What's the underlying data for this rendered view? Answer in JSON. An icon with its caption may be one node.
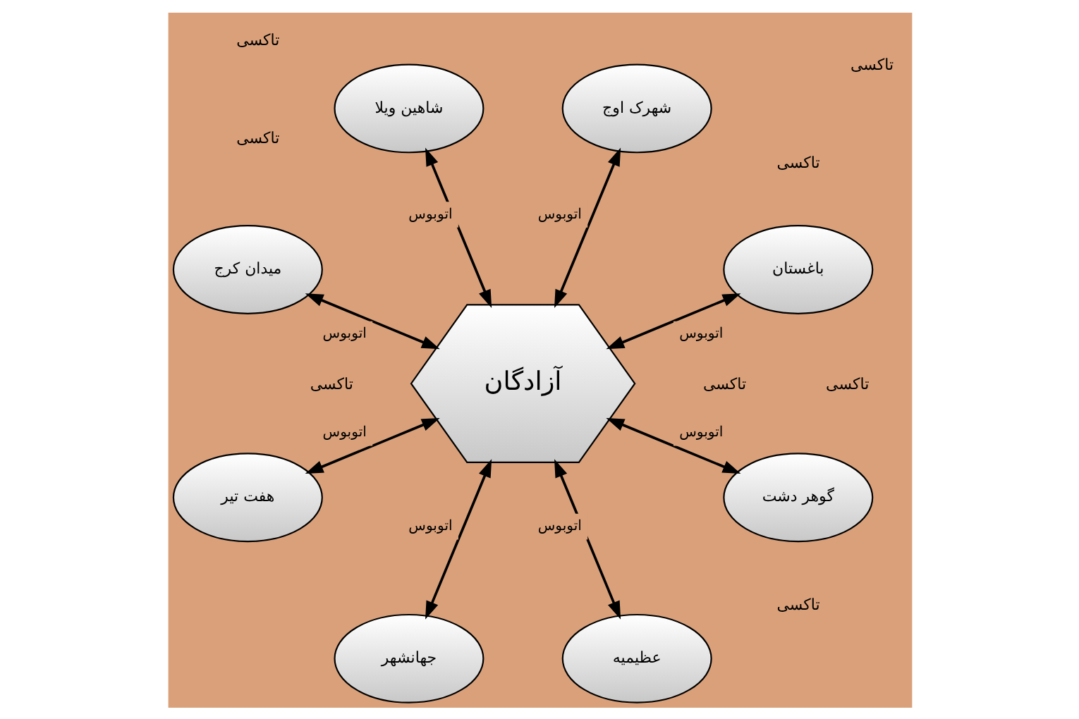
{
  "diagram": {
    "nodes": [
      {
        "text": [
          "شهرک اوج"
        ]
      },
      {
        "text": [
          "شاهین ویلا"
        ]
      },
      {
        "text": [
          "باغستان"
        ]
      },
      {
        "text": [
          "میدان کرج"
        ]
      },
      {
        "text": [
          "آزادگان"
        ]
      },
      {
        "text": [
          "گوهر دشت"
        ]
      },
      {
        "text": [
          "هفت تیر"
        ]
      },
      {
        "text": [
          "عظیمیه"
        ]
      },
      {
        "text": [
          "جهانشهر"
        ]
      }
    ],
    "edges": [
      {
        "from": 4,
        "to": 0,
        "arrow": "both",
        "label": "اتوبوس"
      },
      {
        "from": 4,
        "to": 1,
        "arrow": "both",
        "label": "اتوبوس"
      },
      {
        "from": 4,
        "to": 2,
        "arrow": "both",
        "label": "اتوبوس"
      },
      {
        "from": 4,
        "to": 3,
        "arrow": "both",
        "label": "اتوبوس"
      },
      {
        "from": 4,
        "to": 5,
        "arrow": "both",
        "label": "اتوبوس"
      },
      {
        "from": 4,
        "to": 6,
        "arrow": "both",
        "label": "اتوبوس"
      },
      {
        "from": 4,
        "to": 7,
        "arrow": "both",
        "label": "اتوبوس"
      },
      {
        "from": 4,
        "to": 8,
        "arrow": "both",
        "label": "اتوبوس"
      }
    ],
    "labels": [
      "تاکسی",
      "تاکسی",
      "تاکسی",
      "تاکسی",
      "تاکسی",
      "تاکسی",
      "تاکسی",
      "تاکسی"
    ]
  }
}
